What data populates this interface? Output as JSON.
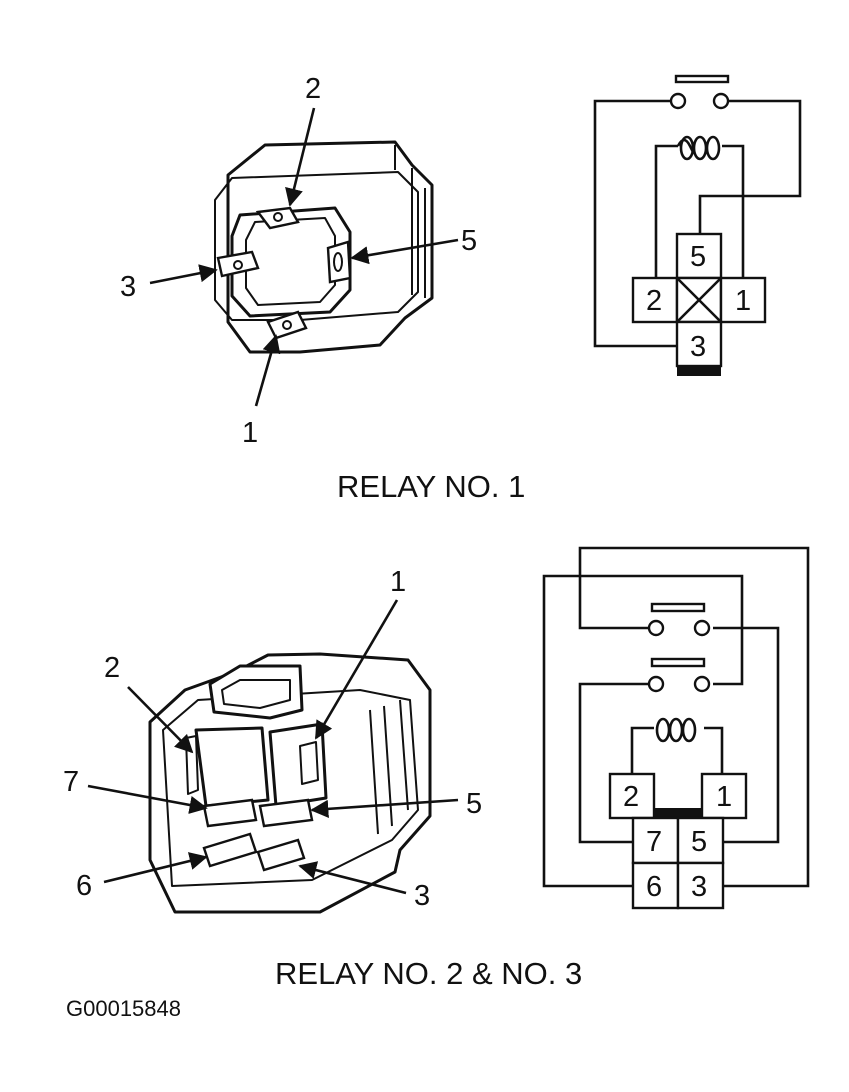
{
  "relay1": {
    "caption": "RELAY NO. 1",
    "pins": [
      "2",
      "5",
      "3",
      "1"
    ],
    "schematic_pins": [
      "5",
      "2",
      "1",
      "3"
    ]
  },
  "relay23": {
    "caption": "RELAY NO. 2 & NO. 3",
    "pins": [
      "1",
      "2",
      "7",
      "5",
      "6",
      "3"
    ],
    "schematic_pins": [
      "2",
      "1",
      "7",
      "5",
      "6",
      "3"
    ]
  },
  "figure_code": "G00015848"
}
